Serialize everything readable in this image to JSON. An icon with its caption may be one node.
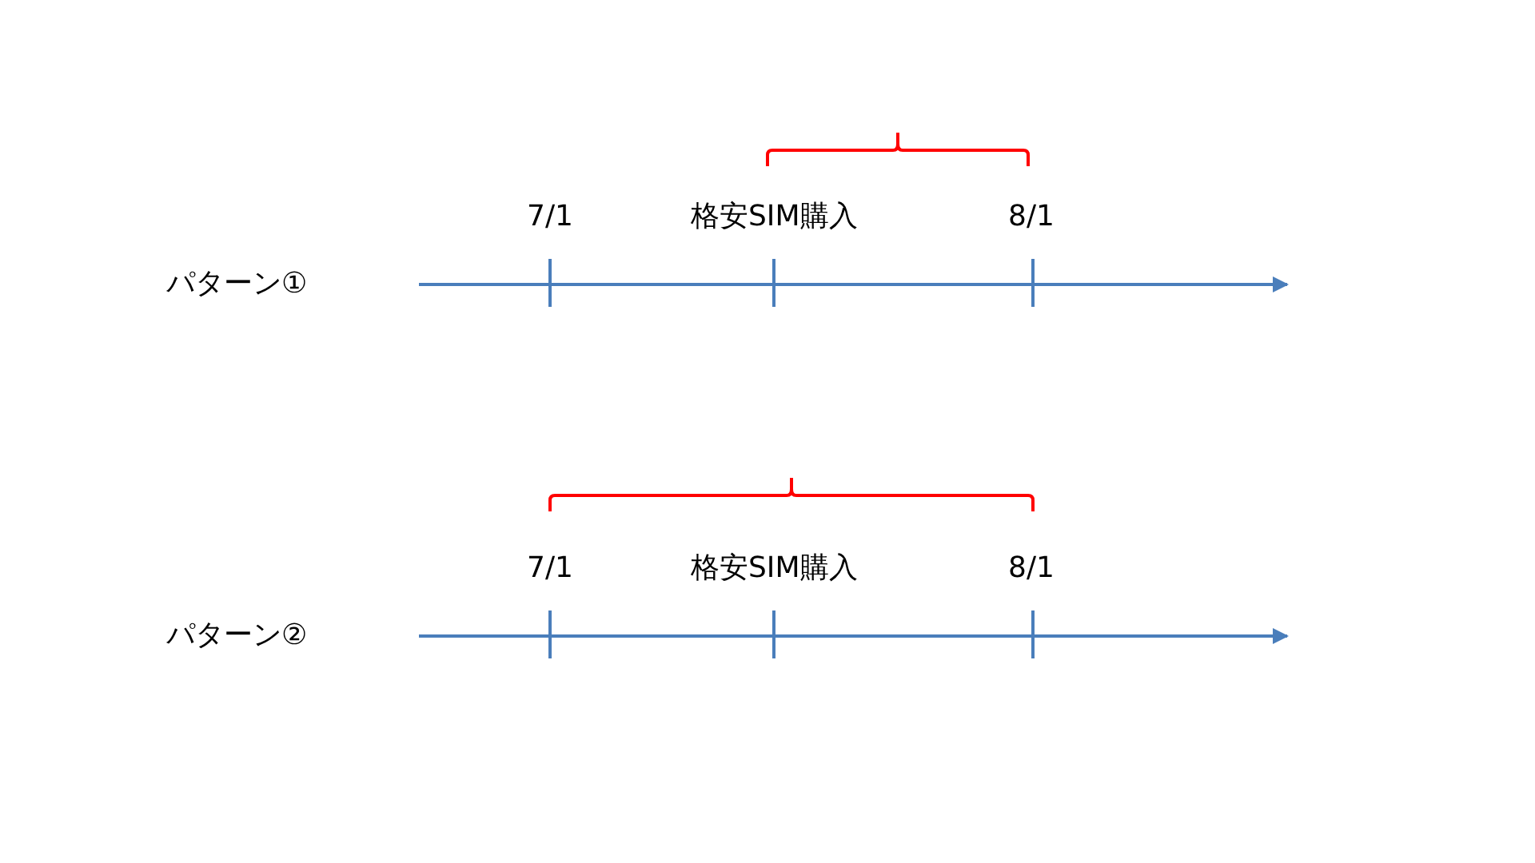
{
  "diagram": {
    "labels": [
      "7/1",
      "格安SIM購入",
      "8/1",
      "パターン①",
      "7/1",
      "格安SIM購入",
      "8/1",
      "パターン②"
    ]
  }
}
